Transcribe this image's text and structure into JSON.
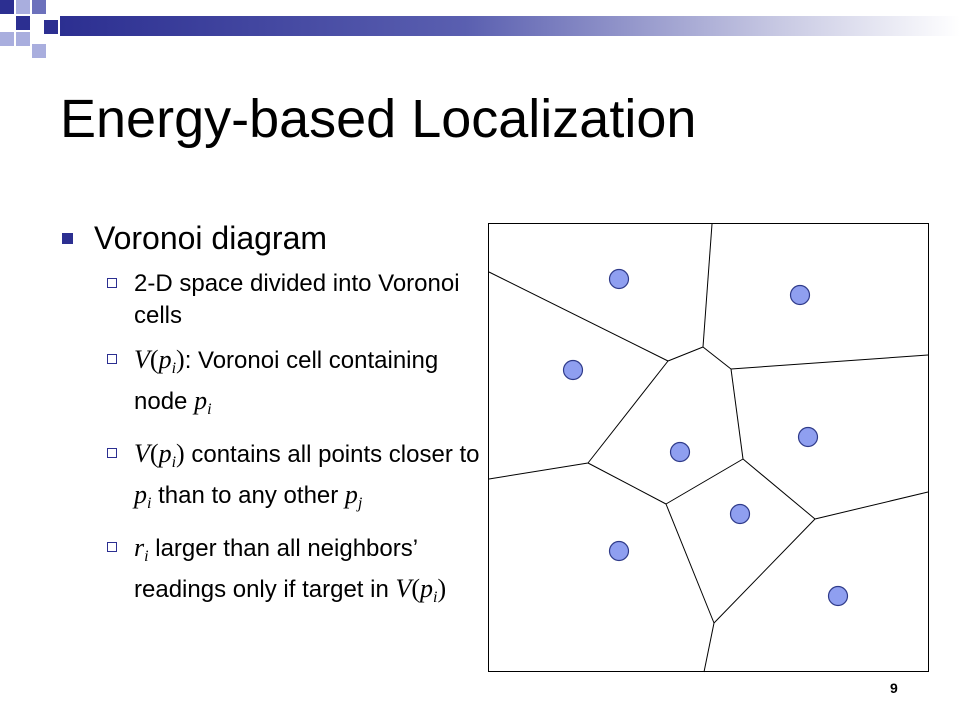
{
  "slide": {
    "title": "Energy-based Localization",
    "page_number": "9",
    "accent_color": "#2c2f91",
    "node_color": "#8f9ff0"
  },
  "bullets": {
    "main": "Voronoi diagram",
    "b1": "2-D space divided into Voronoi cells",
    "b2": {
      "v": "V",
      "open": "(",
      "p": "p",
      "i": "i",
      "close": ")",
      "text": ": Voronoi cell containing node ",
      "p2": "p",
      "i2": "i"
    },
    "b3": {
      "v": "V",
      "open": "(",
      "p": "p",
      "i": "i",
      "close": ")",
      "text1": " contains all points closer to ",
      "p2": "p",
      "i2": "i",
      "text2": " than to any other ",
      "p3": "p",
      "j": "j"
    },
    "b4": {
      "r": "r",
      "i": "i",
      "text": " larger than all neighbors’ readings only if target in ",
      "v": "V",
      "open": "(",
      "p": "p",
      "i2": "i",
      "close": ")"
    }
  }
}
